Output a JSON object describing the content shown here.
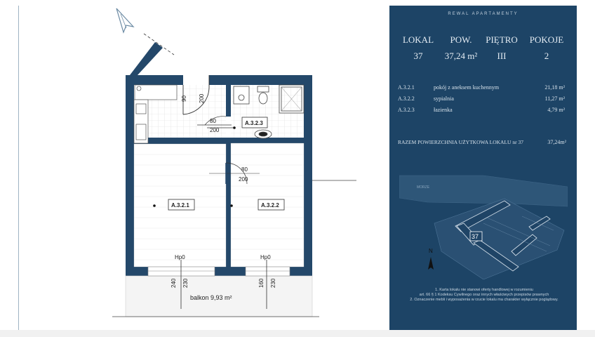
{
  "brand": "REWAL APARTAMENTY",
  "summary": {
    "headers": [
      "LOKAL",
      "POW.",
      "PIĘTRO",
      "POKOJE"
    ],
    "values": [
      "37",
      "37,24 m²",
      "III",
      "2"
    ]
  },
  "rooms": [
    {
      "code": "A.3.2.1",
      "name": "pokój z aneksem kuchennym",
      "area": "21,18 m²"
    },
    {
      "code": "A.3.2.2",
      "name": "sypialnia",
      "area": "11,27 m²"
    },
    {
      "code": "A.3.2.3",
      "name": "łazienka",
      "area": "4,79 m²"
    }
  ],
  "total": {
    "label": "RAZEM POWIERZCHNIA UŻYTKOWA LOKALU nr 37",
    "area": "37,24m²"
  },
  "plan": {
    "room_tags": [
      "A.3.2.1",
      "A.3.2.2",
      "A.3.2.3"
    ],
    "dims": [
      "90",
      "200",
      "80",
      "200",
      "80",
      "200",
      "240",
      "230",
      "160",
      "230"
    ],
    "window_labels": [
      "Hp0",
      "Hp0"
    ],
    "balcony": "balkon 9,93 m²"
  },
  "map": {
    "road_label": "MORZE",
    "unit_marker": "37",
    "north": "N"
  },
  "notes": [
    "1. Karta lokalu nie stanowi oferty handlowej w rozumieniu",
    "art. 66 § 1 Kodeksu Cywilnego oraz innych właściwych przepisów prawnych",
    "2. Oznaczenie mebli i wyposażenia w rzucie lokalu ma charakter wyłącznie poglądowy."
  ],
  "colors": {
    "panel": "#1d4466",
    "wall": "#24486a",
    "grid": "#e2e2e2"
  }
}
